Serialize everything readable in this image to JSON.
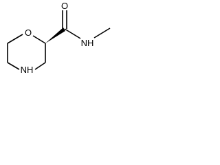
{
  "molecule": {
    "atoms": {
      "ring_oxygen": "O",
      "ring_nitrogen": "NH",
      "carbonyl_oxygen": "O",
      "amide_nitrogen": "NH"
    },
    "colors": {
      "bond": "#000000",
      "label": "#000000",
      "background": "#ffffff"
    }
  }
}
